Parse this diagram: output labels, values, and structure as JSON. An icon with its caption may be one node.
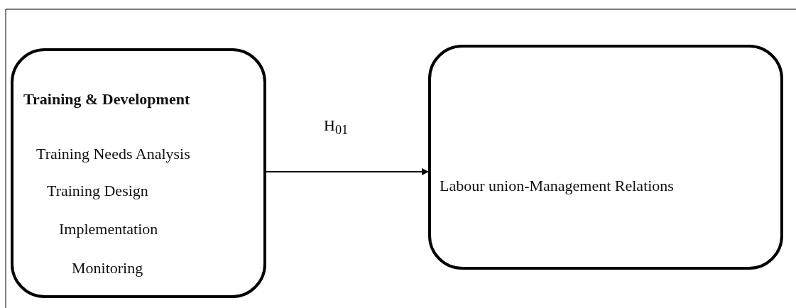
{
  "diagram": {
    "nodes": [
      {
        "text": [
          "Training & Development",
          "Training Needs Analysis",
          "Training Design",
          "Implementation",
          "Monitoring"
        ]
      },
      {
        "text": [
          "Labour union-Management Relations"
        ]
      }
    ],
    "edges": [
      {
        "from": 0,
        "to": 1,
        "arrow": "to",
        "label": "H$_{01}$"
      }
    ]
  }
}
